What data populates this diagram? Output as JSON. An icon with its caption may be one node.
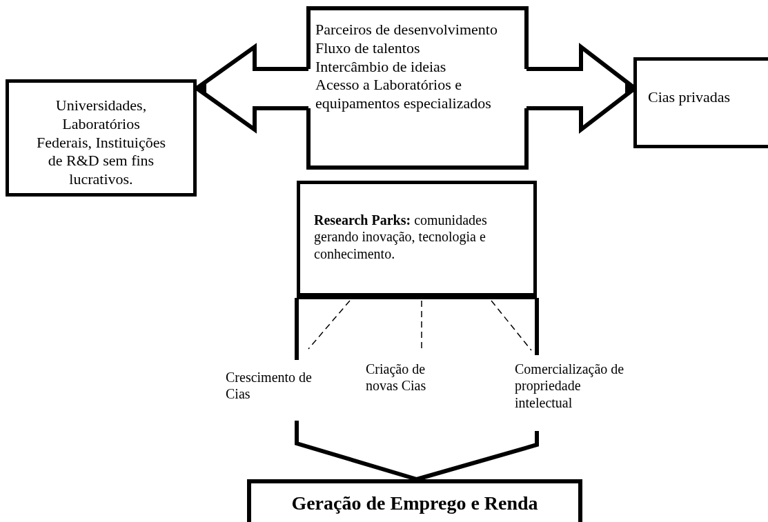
{
  "diagram": {
    "nodes": [
      {
        "text": [
          "Universidades, Laboratórios Federais, Instituições de R&D sem fins lucrativos."
        ]
      },
      {
        "text": [
          "Parceiros de desenvolvimento",
          "Fluxo de talentos",
          "Intercâmbio de ideias",
          "Acesso a Laboratórios e equipamentos especializados"
        ]
      },
      {
        "text": [
          "Cias privadas"
        ]
      },
      {
        "text": [
          "**Research Parks:** comunidades gerando inovação, tecnologia e conhecimento."
        ]
      },
      {
        "text": [
          "Crescimento de Cias"
        ]
      },
      {
        "text": [
          "Criação de novas Cias"
        ]
      },
      {
        "text": [
          "Comercialização de propriedade intelectual"
        ]
      },
      {
        "text": [
          "Geração de Emprego e Renda"
        ]
      }
    ],
    "edges": [
      {
        "from": 1,
        "to": 0,
        "arrow": "to"
      },
      {
        "from": 1,
        "to": 2,
        "arrow": "to"
      },
      {
        "from": 3,
        "to": 4,
        "arrow": "none",
        "style": "dashed"
      },
      {
        "from": 3,
        "to": 5,
        "arrow": "none",
        "style": "dashed"
      },
      {
        "from": 3,
        "to": 6,
        "arrow": "none",
        "style": "dashed"
      },
      {
        "from": 4,
        "to": 7,
        "arrow": "none"
      },
      {
        "from": 6,
        "to": 7,
        "arrow": "none"
      }
    ]
  }
}
